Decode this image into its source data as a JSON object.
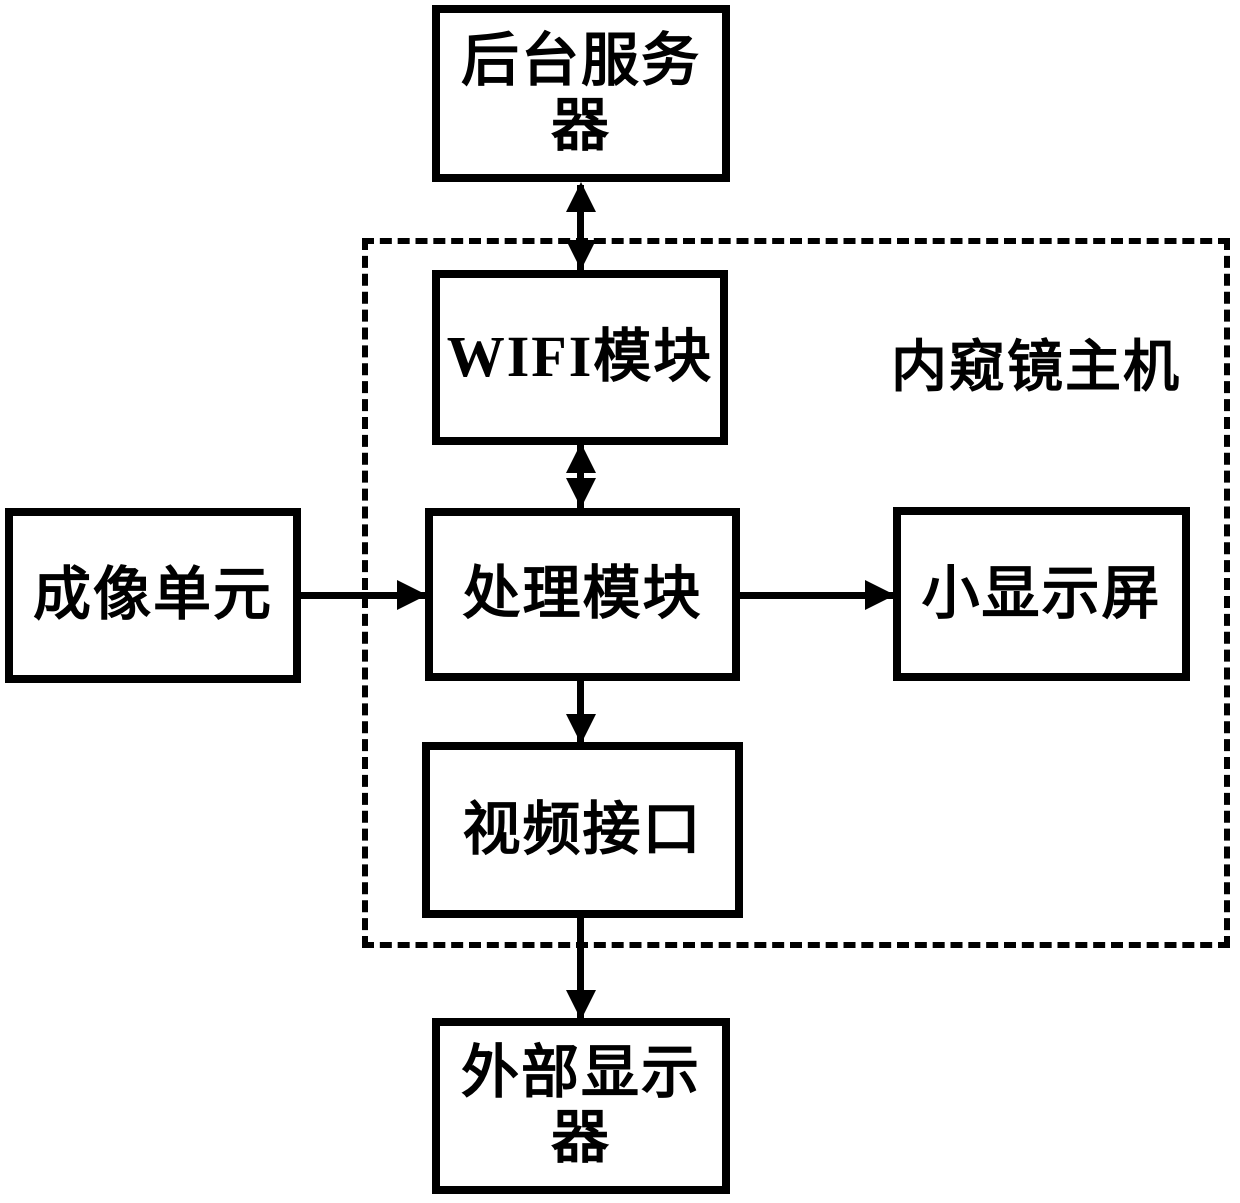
{
  "diagram": {
    "background_color": "#ffffff",
    "line_color": "#000000",
    "group_label": "内窥镜主机",
    "nodes": [
      {
        "id": "backend-server",
        "label": "后台服务\n器"
      },
      {
        "id": "wifi-module",
        "label": "WIFI模块"
      },
      {
        "id": "imaging-unit",
        "label": "成像单元"
      },
      {
        "id": "processing-module",
        "label": "处理模块"
      },
      {
        "id": "small-display",
        "label": "小显示屏"
      },
      {
        "id": "video-interface",
        "label": "视频接口"
      },
      {
        "id": "external-display",
        "label": "外部显示\n器"
      }
    ],
    "edges": [
      {
        "from": "backend-server",
        "to": "wifi-module",
        "bidirectional": true
      },
      {
        "from": "wifi-module",
        "to": "processing-module",
        "bidirectional": true
      },
      {
        "from": "imaging-unit",
        "to": "processing-module",
        "bidirectional": false
      },
      {
        "from": "processing-module",
        "to": "small-display",
        "bidirectional": false
      },
      {
        "from": "processing-module",
        "to": "video-interface",
        "bidirectional": false
      },
      {
        "from": "video-interface",
        "to": "external-display",
        "bidirectional": false
      }
    ]
  }
}
